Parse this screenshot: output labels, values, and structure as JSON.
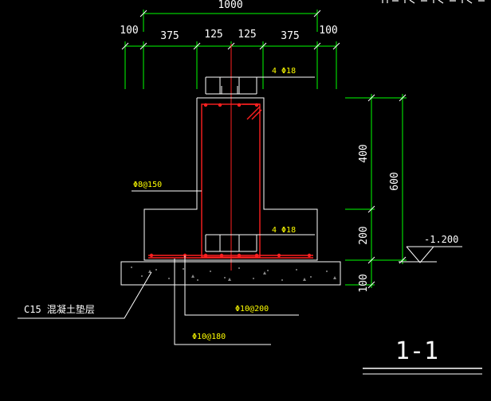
{
  "drawing": {
    "title_partial": "",
    "section_label": "1-1",
    "colors": {
      "background": "#000000",
      "outline": "#ffffff",
      "dimension": "#00ff00",
      "rebar": "#ff2020",
      "centerline": "#ff2020",
      "annotation": "#ffff00"
    },
    "dimensions": {
      "total_width": "1000",
      "left_cover": "100",
      "right_cover": "100",
      "seg1": "375",
      "seg2": "125",
      "seg3": "125",
      "seg4": "375",
      "height_upper": "400",
      "height_total": "600",
      "height_lower": "200",
      "cushion_thickness": "100"
    },
    "elevation": "-1.200",
    "labels": {
      "top_bars": "4 Φ18",
      "bottom_bars": "4 Φ18",
      "stirrup": "Φ8@150",
      "cushion": "C15 混凝土垫层",
      "bar_200": "Φ10@200",
      "bar_180": "Φ10@180"
    }
  }
}
